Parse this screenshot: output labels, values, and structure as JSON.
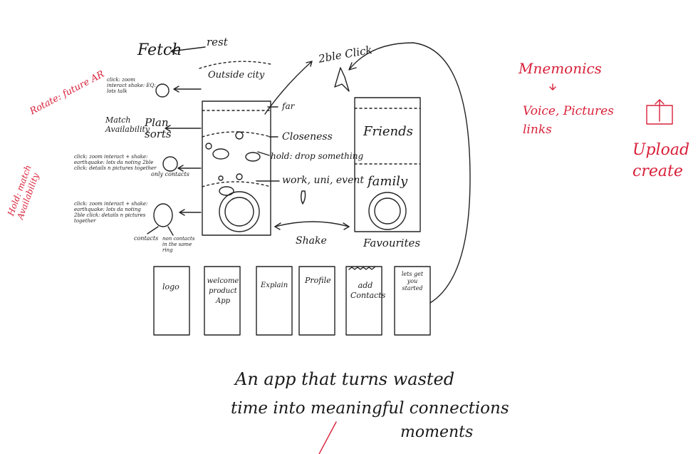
{
  "left_panel": {
    "fetch_label": "Fetch",
    "rest_label": "rest",
    "outside_city": "Outside city",
    "click_zoom_note": "click: zoom interact shake: EQ: lots talk",
    "match_availability": "Match Availability",
    "plan_sorts": "Plan sorts",
    "click_note_2": "click: zoom interact + shake: earthquake: lots da noting 2ble click: details n pictures together",
    "only_contacts": "only contacts",
    "click_note_3": "click: zoom interact + shake: earthquake: lots da noting 2ble click: details n pictures together",
    "contacts": "contacts",
    "non_contacts": "non contacts in the same ring",
    "rotate_future": "Rotate: future AR",
    "hold_match": "Hold: match Availability"
  },
  "phone_screens": {
    "left_labels": [
      "far",
      "Closeness",
      "hold: drop something",
      "work, uni, event"
    ],
    "double_click": "2ble Click",
    "shake": "Shake",
    "favourites_title": "Favourites",
    "favourites_sections": [
      "Friends",
      "family"
    ]
  },
  "onboarding_screens": [
    {
      "label": "logo"
    },
    {
      "label": "welcome product App"
    },
    {
      "label": "Explain"
    },
    {
      "label": "Profile"
    },
    {
      "label": "add Contacts"
    },
    {
      "label": "lets get you started"
    }
  ],
  "right_notes": {
    "mnemonics": "Mnemonics",
    "voice_pictures_links": "Voice, Pictures links",
    "upload_create": "Upload create",
    "upload_icon": "upload-icon"
  },
  "tagline": {
    "line1": "An app that turns wasted",
    "line2": "time into meaningful connections",
    "line3": "moments"
  },
  "colors": {
    "ink": "#222222",
    "accent": "#d8213a"
  }
}
